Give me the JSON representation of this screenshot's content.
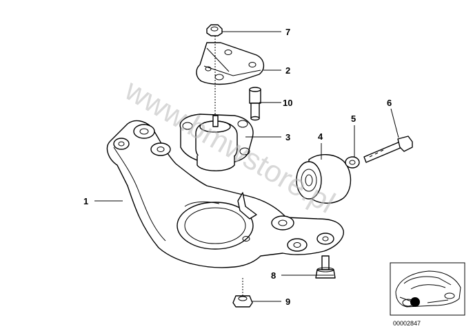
{
  "labels": {
    "p1": "1",
    "p2": "2",
    "p3": "3",
    "p4": "4",
    "p5": "5",
    "p6": "6",
    "p7": "7",
    "p8": "8",
    "p9": "9",
    "p10": "10"
  },
  "watermark": "www.bmwstore.pl",
  "diagram_number": "00002847",
  "colors": {
    "line": "#000000",
    "background": "#ffffff",
    "watermark": "#b9b9b9"
  }
}
